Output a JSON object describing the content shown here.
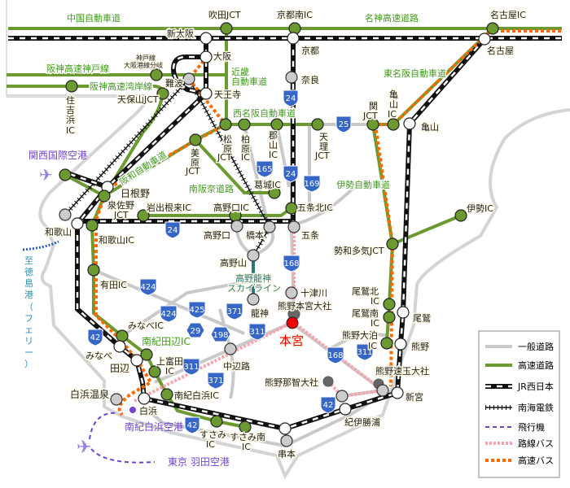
{
  "colors": {
    "road": "#c9c9c9",
    "expressway": "#6a9a30",
    "jr": "#111111",
    "bus": "#f9a3ab",
    "highway_bus": "#ff6a00",
    "plane": "#7044d0",
    "shield": "#3566c8",
    "hongu": "#e00000"
  },
  "expressways": {
    "chugoku": "中国自動車道",
    "meishin": "名神高速道路",
    "kobe": "阪神高速神戸線",
    "wangan": "阪神高速湾岸線",
    "kinki": "近畿",
    "kinki2": "自動車道",
    "nishimeihan": "西名阪自動車道",
    "higashimeihan": "東名阪自動車道",
    "hanwa": "阪和自動車道",
    "minamihanna": "南阪奈道路",
    "ise": "伊勢自動車道",
    "nanki_tanabe": "南紀田辺IC"
  },
  "places": {
    "suita": "吹田JCT",
    "kyotominami": "京都南IC",
    "nagoya_ic": "名古屋IC",
    "shin_osaka": "新大阪",
    "kyoto": "京都",
    "nagoya": "名古屋",
    "osaka": "大阪",
    "bunki1": "神戸線",
    "bunki2": "大阪港線分岐",
    "namba": "難波",
    "tennoji": "天王寺",
    "tempozan": "天保山JCT",
    "sumiyoshi": [
      "住",
      "吉",
      "浜",
      "IC"
    ],
    "nara": "奈良",
    "matsubara": [
      "松",
      "原",
      "JCT"
    ],
    "kashiwara": [
      "柏",
      "原",
      "IC"
    ],
    "koriyama": [
      "郡",
      "山",
      "IC"
    ],
    "tenri": [
      "天",
      "理",
      "JCT"
    ],
    "seki": [
      "関",
      "JCT"
    ],
    "kameyama_ic": [
      "亀",
      "山",
      "IC"
    ],
    "kameyama": "亀山",
    "mihara": [
      "美",
      "原",
      "JCT"
    ],
    "katsuragi": "葛城IC",
    "kix": "関西国際空港",
    "hineno": "日根野",
    "izumisano": [
      "泉佐野",
      "JCT"
    ],
    "iwade": "岩出根来IC",
    "koyaguchi_ic": "高野口IC",
    "gojo_kita": "五条北IC",
    "wakayama": "和歌山",
    "koyaguchi": "高野口",
    "hashimoto": "橋本",
    "gojo": "五条",
    "wakayama_ic": "和歌山IC",
    "ise_ic": "伊勢IC",
    "seiwataki": "勢和多気JCT",
    "tokushima": [
      "至",
      "徳",
      "島",
      "港",
      "（",
      "フ",
      "ェ",
      "リ",
      "ー",
      "）"
    ],
    "koyasan": "高野山",
    "skyline": [
      "高野龍神",
      "スカイライン"
    ],
    "arida": "有田IC",
    "jutsugawa": "十津川",
    "hongu_taisha": "熊野本宮大社",
    "ryujin": "龍神",
    "hongu": "本宮",
    "minabe_ic": "みなべIC",
    "minabe": "みなべ",
    "tanabe": "田辺",
    "kamitonda": [
      "上富田",
      "IC"
    ],
    "nakahechi": "中辺路",
    "owase_kita": [
      "尾鷲北",
      "IC"
    ],
    "owase_minami": [
      "尾鷲南",
      "IC"
    ],
    "owase": "尾鷲",
    "kumano_odomari": [
      "熊野大泊",
      "IC"
    ],
    "kumano": "熊野",
    "nachi": "熊野那智大社",
    "hayatama": "熊野速玉大社",
    "shirahama_onsen": "白浜温泉",
    "nanki_shirahama_ic": "南紀白浜IC",
    "shirahama": "白浜",
    "airport": "南紀白浜空港",
    "susami": [
      "すさみ",
      "IC"
    ],
    "susami_minami": [
      "すさみ南",
      "IC"
    ],
    "shingu": "新宮",
    "katsuura": "紀伊勝浦",
    "kushimoto": "串本",
    "haneda": "東京 羽田空港"
  },
  "shields": {
    "r24": "24",
    "r25": "25",
    "r165": "165",
    "r169": "169",
    "r168": "168",
    "r424": "424",
    "r425": "425",
    "r371": "371",
    "r29": "29",
    "r198": "198",
    "r311": "311",
    "r42": "42"
  },
  "legend": {
    "road": "一般道路",
    "expressway": "高速道路",
    "jr": "JR西日本",
    "nankai": "南海電鉄",
    "plane": "飛行機",
    "bus": "路線バス",
    "highway_bus": "高速バス"
  }
}
